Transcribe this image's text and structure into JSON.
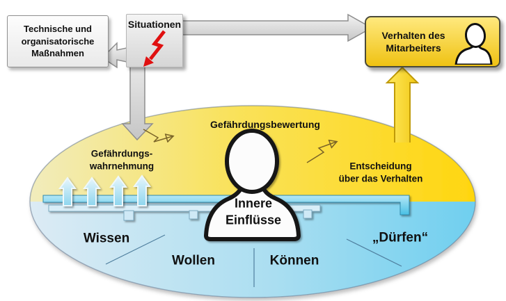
{
  "boxes": {
    "measures": {
      "line1": "Technische und",
      "line2": "organisatorische",
      "line3": "Maßnahmen"
    },
    "situations": {
      "label": "Situationen"
    },
    "behavior": {
      "line1": "Verhalten des",
      "line2": "Mitarbeiters"
    }
  },
  "ellipse": {
    "assessment": "Gefährdungsbewertung",
    "perception_line1": "Gefährdungs-",
    "perception_line2": "wahrnehmung",
    "decision_line1": "Entscheidung",
    "decision_line2": "über das Verhalten",
    "inner_line1": "Innere",
    "inner_line2": "Einflüsse",
    "zone1": "Wissen",
    "zone2": "Wollen",
    "zone3": "Können",
    "zone4": "„Dürfen“"
  },
  "icons": {
    "situations_icon": "lightning-arrow-icon",
    "behavior_icon": "person-icon",
    "center_icon": "person-silhouette"
  },
  "colors": {
    "yellow_strong": "#ffd60f",
    "yellow_light": "#f1ecbd",
    "blue_strong": "#6fcfef",
    "blue_light": "#dcebf4",
    "bar_blue": "#49c0e5",
    "box_yellow": "#efc213",
    "box_yellow_light": "#ffe97e",
    "red": "#e01010",
    "gray": "#d9d9d9"
  }
}
